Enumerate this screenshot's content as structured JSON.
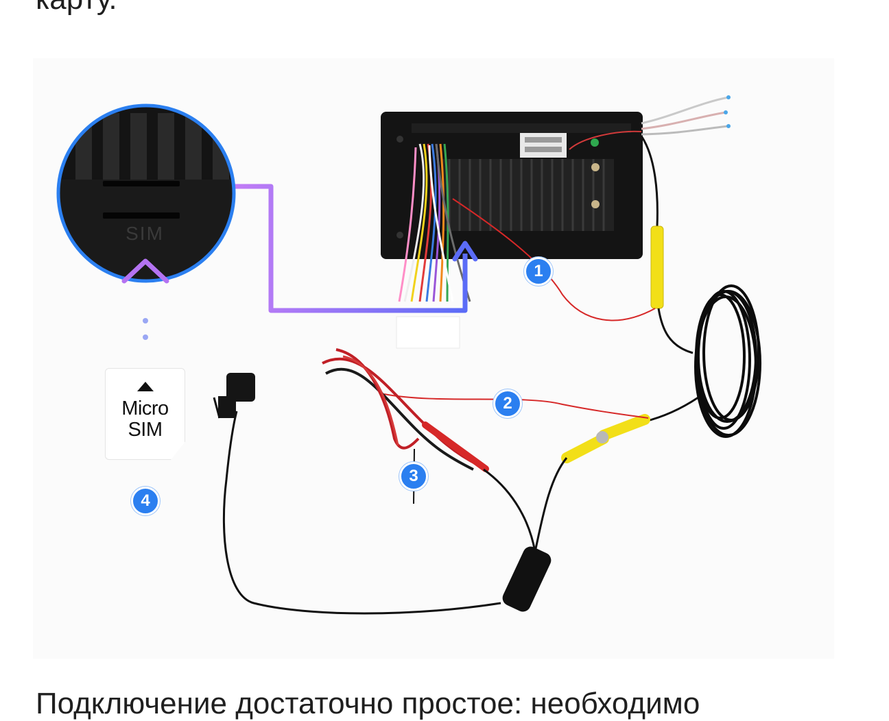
{
  "article": {
    "top_text": "карту.",
    "bottom_text": "Подключение достаточно простое: необходимо"
  },
  "diagram": {
    "sim_card_label_1": "Micro",
    "sim_card_label_2": "SIM",
    "slot_label": "SIM",
    "markers": [
      "1",
      "2",
      "3",
      "4"
    ]
  },
  "colors": {
    "arrow_gradient_start": "#c37cf5",
    "arrow_gradient_end": "#5b6cf7",
    "circle_border": "#2b7ff0",
    "marker": "#2b7ff0",
    "rca_yellow": "#f2df18",
    "power_red": "#d62828"
  }
}
